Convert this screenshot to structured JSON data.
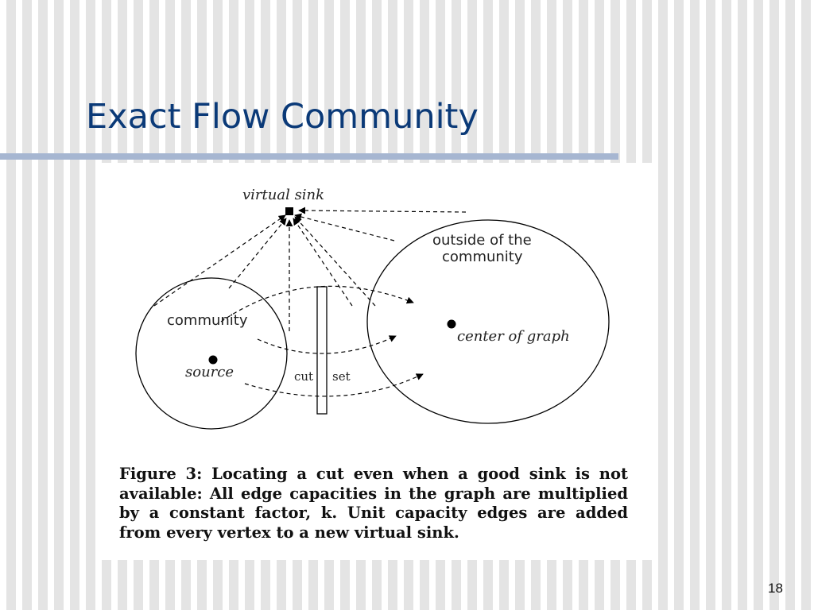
{
  "slide": {
    "title": "Exact Flow Community",
    "page_number": "18"
  },
  "diagram": {
    "labels": {
      "virtual_sink": "virtual sink",
      "outside_line1": "outside of the",
      "outside_line2": "community",
      "community": "community",
      "source": "source",
      "center_of_graph": "center of graph",
      "cut": "cut",
      "set": "set"
    },
    "caption": "Figure 3:  Locating a cut even when a good sink is not available:  All edge capacities in the graph are multiplied by a constant factor, k.  Unit capacity edges are added from every vertex to a new virtual sink."
  }
}
